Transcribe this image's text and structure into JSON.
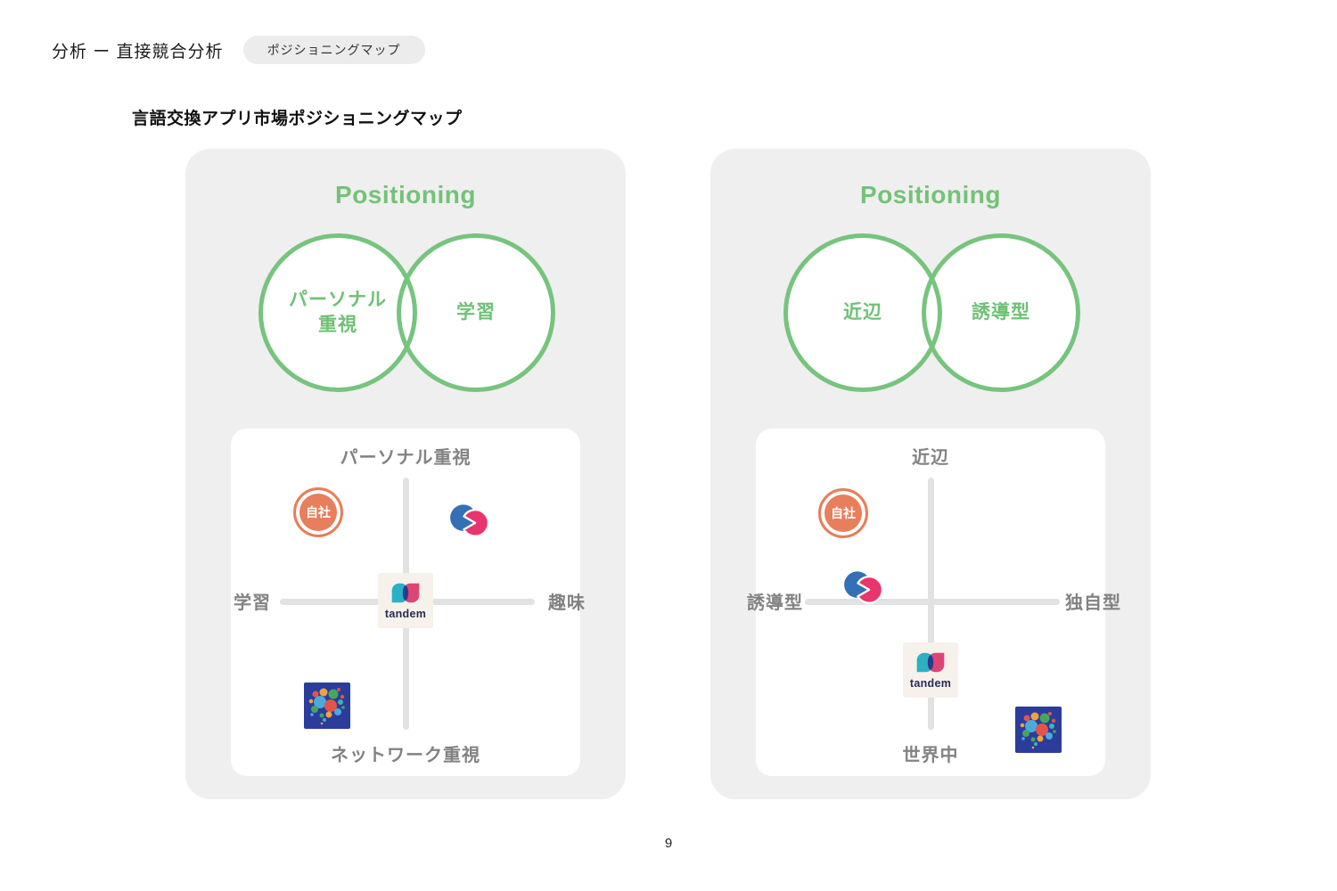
{
  "header": {
    "title": "分析 ー 直接競合分析",
    "badge": "ポジショニングマップ"
  },
  "subtitle": "言語交換アプリ市場ポジショニングマップ",
  "page_number": "9",
  "colors": {
    "accent_green": "#72c377",
    "accent_orange": "#e87e5b",
    "panel_bg": "#efefef",
    "axis_gray": "#e2e2e2",
    "label_gray": "#828282",
    "hellotalk_blue": "#2b3c9b",
    "tandem_teal": "#2bb0c5",
    "tandem_pink": "#de4577",
    "tandem_navy": "#293d8c",
    "tandem_card_bg": "#f6f1eb",
    "circles_logo_blue": "#3470b5",
    "circles_logo_pink": "#e8356d"
  },
  "markers": {
    "own_label": "自社",
    "tandem_label": "tandem"
  },
  "icons": {
    "hellotalk": "hellotalk-logo",
    "tandem": "tandem-logo",
    "circles": "blue-pink-circles-logo"
  },
  "panels": [
    {
      "title": "Positioning",
      "venn_left": "パーソナル\n重視",
      "venn_right": "学習",
      "axis_top": "パーソナル重視",
      "axis_left": "学習",
      "axis_right": "趣味",
      "axis_bottom": "ネットワーク重視"
    },
    {
      "title": "Positioning",
      "venn_left": "近辺",
      "venn_right": "誘導型",
      "axis_top": "近辺",
      "axis_left": "誘導型",
      "axis_right": "独自型",
      "axis_bottom": "世界中"
    }
  ]
}
